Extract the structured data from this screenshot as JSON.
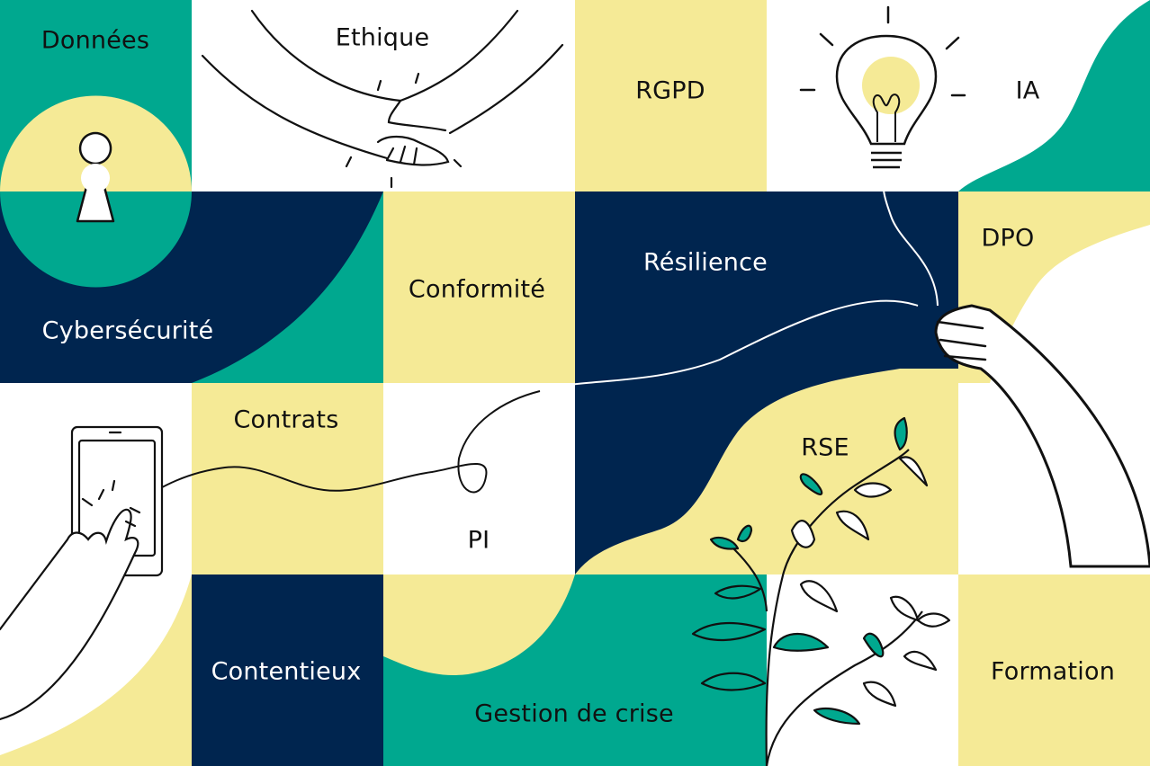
{
  "title": "Domaines juridiques du numérique",
  "colors": {
    "teal": "#00a88f",
    "navy": "#00254f",
    "yellow": "#f5ea96",
    "white": "#ffffff",
    "ink": "#111111"
  },
  "labels": {
    "donnees": "Données",
    "ethique": "Ethique",
    "rgpd": "RGPD",
    "ia": "IA",
    "cybersecurite": "Cybersécurité",
    "conformite": "Conformité",
    "resilience": "Résilience",
    "dpo": "DPO",
    "contrats": "Contrats",
    "pi": "PI",
    "rse": "RSE",
    "contentieux": "Contentieux",
    "gestion_crise": "Gestion de crise",
    "formation": "Formation"
  },
  "illustrations": {
    "keyhole": "keyhole-icon",
    "handshake": "handshake-illustration",
    "lightbulb": "lightbulb-illustration",
    "phone_hand": "smartphone-touch-illustration",
    "holding_hand": "hand-holding-cord-illustration",
    "plant": "plant-illustration"
  }
}
